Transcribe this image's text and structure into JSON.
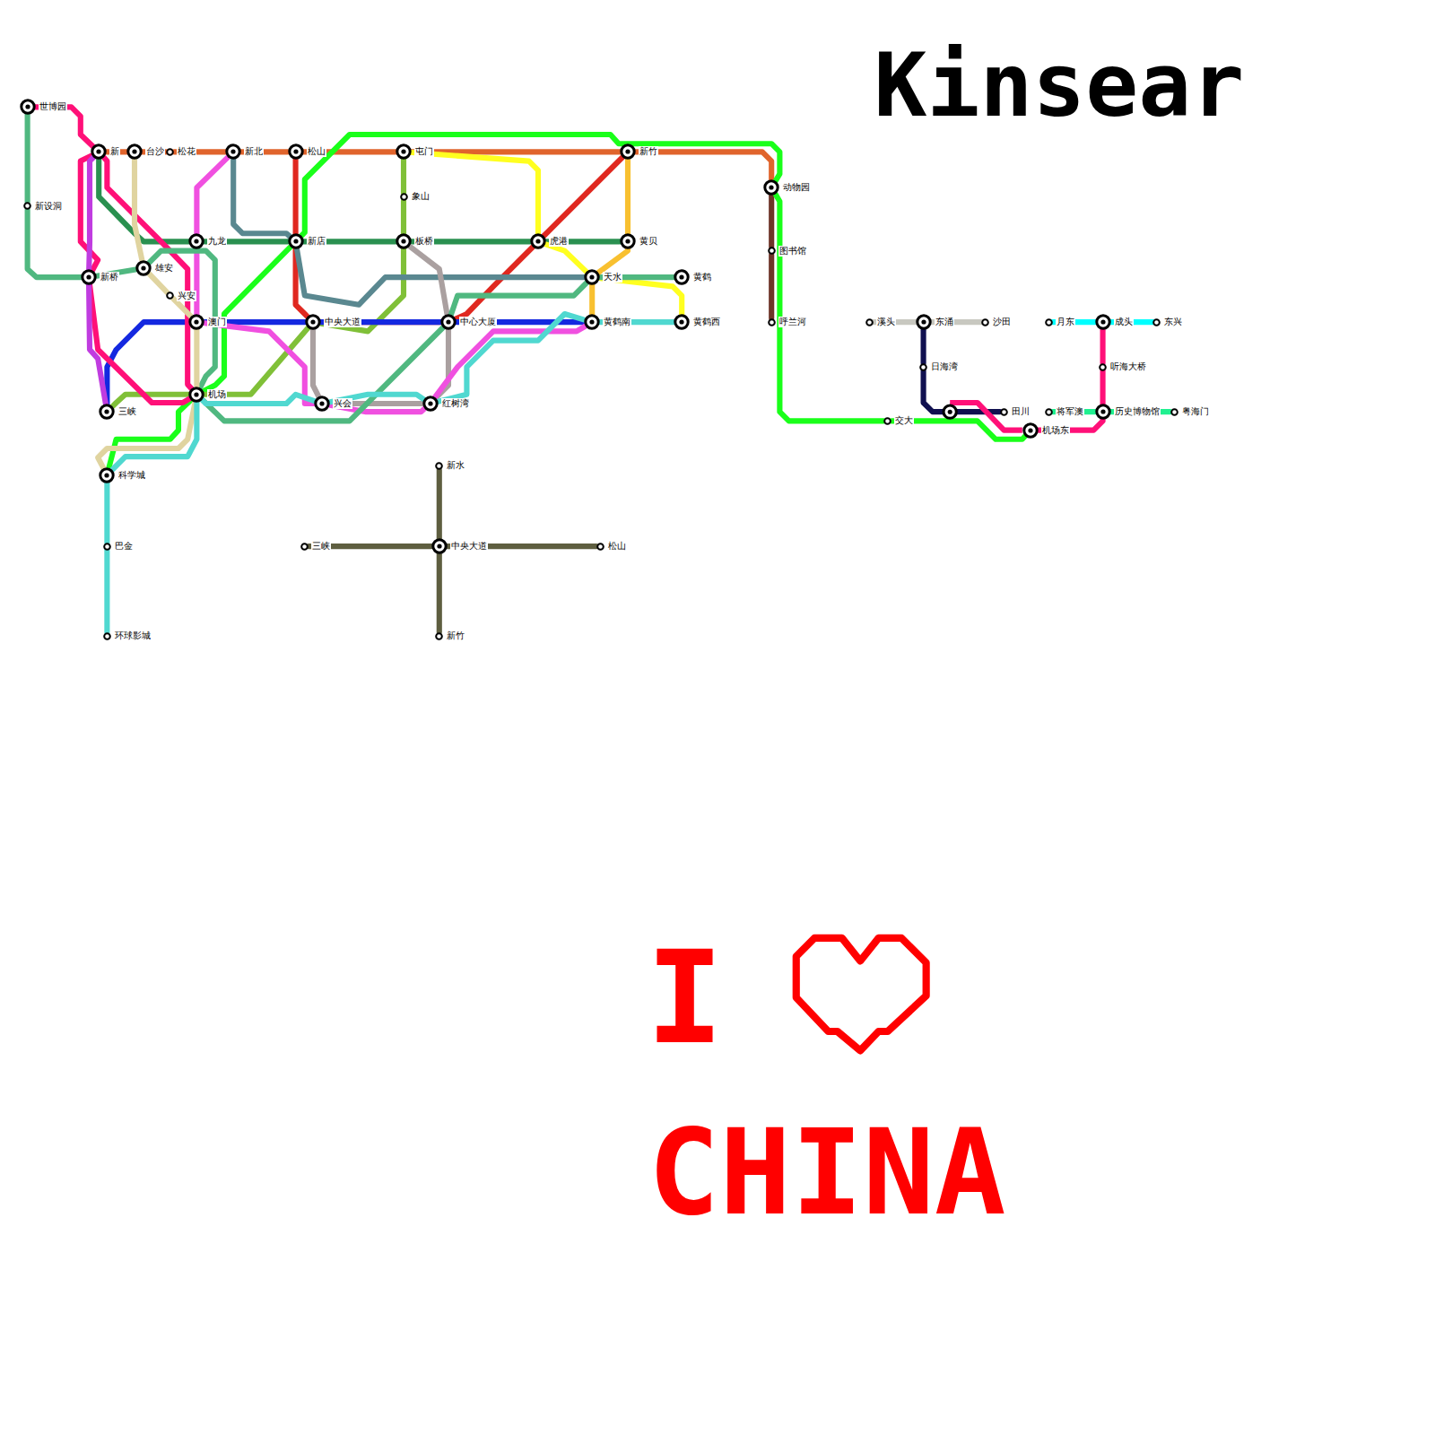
{
  "diagram": {
    "nodes": [
      {
        "text": [
          "世博园"
        ]
      },
      {
        "text": [
          "新设洞"
        ]
      },
      {
        "text": [
          "新"
        ]
      },
      {
        "text": [
          "台沙"
        ]
      },
      {
        "text": [
          "松花"
        ]
      },
      {
        "text": [
          "新北"
        ]
      },
      {
        "text": [
          "松山"
        ]
      },
      {
        "text": [
          "屯门"
        ]
      },
      {
        "text": [
          "新竹"
        ]
      },
      {
        "text": [
          "动物园"
        ]
      },
      {
        "text": [
          "象山"
        ]
      },
      {
        "text": [
          "九龙"
        ]
      },
      {
        "text": [
          "新店"
        ]
      },
      {
        "text": [
          "板桥"
        ]
      },
      {
        "text": [
          "虎港"
        ]
      },
      {
        "text": [
          "黄贝"
        ]
      },
      {
        "text": [
          "雄安"
        ]
      },
      {
        "text": [
          "新桥"
        ]
      },
      {
        "text": [
          "图书馆"
        ]
      },
      {
        "text": [
          "天水"
        ]
      },
      {
        "text": [
          "黄鹤"
        ]
      },
      {
        "text": [
          "兴安"
        ]
      },
      {
        "text": [
          "澳门"
        ]
      },
      {
        "text": [
          "中央大道"
        ]
      },
      {
        "text": [
          "中心大厦"
        ]
      },
      {
        "text": [
          "黄鹤南"
        ]
      },
      {
        "text": [
          "黄鹤西"
        ]
      },
      {
        "text": [
          "呼兰河"
        ]
      },
      {
        "text": [
          "机场"
        ]
      },
      {
        "text": [
          "兴会"
        ]
      },
      {
        "text": [
          "红树湾"
        ]
      },
      {
        "text": [
          "三峡"
        ]
      },
      {
        "text": [
          "科学城"
        ]
      },
      {
        "text": [
          "巴金"
        ]
      },
      {
        "text": [
          "环球影城"
        ]
      },
      {
        "text": [
          "新水"
        ]
      },
      {
        "text": [
          "三峡"
        ]
      },
      {
        "text": [
          "中央大道"
        ]
      },
      {
        "text": [
          "松山"
        ]
      },
      {
        "text": [
          "新竹"
        ]
      },
      {
        "text": [
          "溪头"
        ]
      },
      {
        "text": [
          "东涌"
        ]
      },
      {
        "text": [
          "沙田"
        ]
      },
      {
        "text": [
          "月东"
        ]
      },
      {
        "text": [
          "成头"
        ]
      },
      {
        "text": [
          "东兴"
        ]
      },
      {
        "text": [
          "日海湾"
        ]
      },
      {
        "text": [
          "听海大桥"
        ]
      },
      {
        "text": [
          "田川"
        ]
      },
      {
        "text": [
          "将军澳"
        ]
      },
      {
        "text": [
          "历史博物馆"
        ]
      },
      {
        "text": [
          "粤海门"
        ]
      },
      {
        "text": [
          "交大"
        ]
      },
      {
        "text": [
          "机场东"
        ]
      }
    ],
    "edges": [
      {
        "from": 2,
        "to": 3,
        "arrow": "none"
      },
      {
        "from": 3,
        "to": 4,
        "arrow": "none"
      },
      {
        "from": 4,
        "to": 5,
        "arrow": "none"
      },
      {
        "from": 5,
        "to": 6,
        "arrow": "none"
      },
      {
        "from": 6,
        "to": 7,
        "arrow": "none"
      },
      {
        "from": 7,
        "to": 8,
        "arrow": "none"
      },
      {
        "from": 8,
        "to": 9,
        "arrow": "none"
      },
      {
        "from": 9,
        "to": 18,
        "arrow": "none"
      },
      {
        "from": 18,
        "to": 27,
        "arrow": "none"
      },
      {
        "from": 32,
        "to": 28,
        "arrow": "none"
      },
      {
        "from": 28,
        "to": 12,
        "arrow": "none"
      },
      {
        "from": 12,
        "to": 9,
        "arrow": "none"
      },
      {
        "from": 9,
        "to": 52,
        "arrow": "none"
      },
      {
        "from": 52,
        "to": 53,
        "arrow": "none"
      },
      {
        "from": 2,
        "to": 11,
        "arrow": "none"
      },
      {
        "from": 11,
        "to": 12,
        "arrow": "none"
      },
      {
        "from": 12,
        "to": 13,
        "arrow": "none"
      },
      {
        "from": 13,
        "to": 14,
        "arrow": "none"
      },
      {
        "from": 14,
        "to": 15,
        "arrow": "none"
      },
      {
        "from": 7,
        "to": 14,
        "arrow": "none"
      },
      {
        "from": 14,
        "to": 19,
        "arrow": "none"
      },
      {
        "from": 19,
        "to": 26,
        "arrow": "none"
      },
      {
        "from": 6,
        "to": 12,
        "arrow": "none"
      },
      {
        "from": 12,
        "to": 23,
        "arrow": "none"
      },
      {
        "from": 23,
        "to": 24,
        "arrow": "none"
      },
      {
        "from": 24,
        "to": 14,
        "arrow": "none"
      },
      {
        "from": 14,
        "to": 8,
        "arrow": "none"
      },
      {
        "from": 7,
        "to": 10,
        "arrow": "none"
      },
      {
        "from": 10,
        "to": 13,
        "arrow": "none"
      },
      {
        "from": 13,
        "to": 23,
        "arrow": "none"
      },
      {
        "from": 23,
        "to": 28,
        "arrow": "none"
      },
      {
        "from": 28,
        "to": 31,
        "arrow": "none"
      },
      {
        "from": 31,
        "to": 22,
        "arrow": "none"
      },
      {
        "from": 22,
        "to": 23,
        "arrow": "none"
      },
      {
        "from": 23,
        "to": 24,
        "arrow": "none"
      },
      {
        "from": 24,
        "to": 25,
        "arrow": "none"
      },
      {
        "from": 5,
        "to": 12,
        "arrow": "none"
      },
      {
        "from": 12,
        "to": 19,
        "arrow": "none"
      },
      {
        "from": 13,
        "to": 24,
        "arrow": "none"
      },
      {
        "from": 24,
        "to": 30,
        "arrow": "none"
      },
      {
        "from": 30,
        "to": 29,
        "arrow": "none"
      },
      {
        "from": 23,
        "to": 29,
        "arrow": "none"
      },
      {
        "from": 5,
        "to": 11,
        "arrow": "none"
      },
      {
        "from": 11,
        "to": 22,
        "arrow": "none"
      },
      {
        "from": 22,
        "to": 29,
        "arrow": "none"
      },
      {
        "from": 29,
        "to": 30,
        "arrow": "none"
      },
      {
        "from": 30,
        "to": 25,
        "arrow": "none"
      },
      {
        "from": 0,
        "to": 2,
        "arrow": "none"
      },
      {
        "from": 2,
        "to": 17,
        "arrow": "none"
      },
      {
        "from": 17,
        "to": 28,
        "arrow": "none"
      },
      {
        "from": 2,
        "to": 28,
        "arrow": "none"
      },
      {
        "from": 2,
        "to": 17,
        "arrow": "none"
      },
      {
        "from": 17,
        "to": 31,
        "arrow": "none"
      },
      {
        "from": 0,
        "to": 1,
        "arrow": "none"
      },
      {
        "from": 1,
        "to": 17,
        "arrow": "none"
      },
      {
        "from": 17,
        "to": 16,
        "arrow": "none"
      },
      {
        "from": 16,
        "to": 28,
        "arrow": "none"
      },
      {
        "from": 28,
        "to": 24,
        "arrow": "none"
      },
      {
        "from": 24,
        "to": 19,
        "arrow": "none"
      },
      {
        "from": 19,
        "to": 20,
        "arrow": "none"
      },
      {
        "from": 3,
        "to": 16,
        "arrow": "none"
      },
      {
        "from": 16,
        "to": 21,
        "arrow": "none"
      },
      {
        "from": 21,
        "to": 22,
        "arrow": "none"
      },
      {
        "from": 22,
        "to": 28,
        "arrow": "none"
      },
      {
        "from": 28,
        "to": 32,
        "arrow": "none"
      },
      {
        "from": 34,
        "to": 33,
        "arrow": "none"
      },
      {
        "from": 33,
        "to": 32,
        "arrow": "none"
      },
      {
        "from": 32,
        "to": 28,
        "arrow": "none"
      },
      {
        "from": 28,
        "to": 29,
        "arrow": "none"
      },
      {
        "from": 29,
        "to": 30,
        "arrow": "none"
      },
      {
        "from": 30,
        "to": 25,
        "arrow": "none"
      },
      {
        "from": 25,
        "to": 26,
        "arrow": "none"
      },
      {
        "from": 8,
        "to": 15,
        "arrow": "none"
      },
      {
        "from": 15,
        "to": 19,
        "arrow": "none"
      },
      {
        "from": 19,
        "to": 25,
        "arrow": "none"
      },
      {
        "from": 35,
        "to": 37,
        "arrow": "none"
      },
      {
        "from": 37,
        "to": 39,
        "arrow": "none"
      },
      {
        "from": 36,
        "to": 37,
        "arrow": "none"
      },
      {
        "from": 37,
        "to": 38,
        "arrow": "none"
      },
      {
        "from": 40,
        "to": 41,
        "arrow": "none"
      },
      {
        "from": 41,
        "to": 42,
        "arrow": "none"
      },
      {
        "from": 41,
        "to": 46,
        "arrow": "none"
      },
      {
        "from": 46,
        "to": 48,
        "arrow": "none"
      },
      {
        "from": 53,
        "to": 50,
        "arrow": "none"
      },
      {
        "from": 50,
        "to": 47,
        "arrow": "none"
      },
      {
        "from": 47,
        "to": 44,
        "arrow": "none"
      },
      {
        "from": 43,
        "to": 44,
        "arrow": "none"
      },
      {
        "from": 44,
        "to": 45,
        "arrow": "none"
      },
      {
        "from": 49,
        "to": 50,
        "arrow": "none"
      },
      {
        "from": 50,
        "to": 51,
        "arrow": "none"
      }
    ],
    "labels": [
      "Kinsear",
      "I",
      "CHINA"
    ]
  }
}
